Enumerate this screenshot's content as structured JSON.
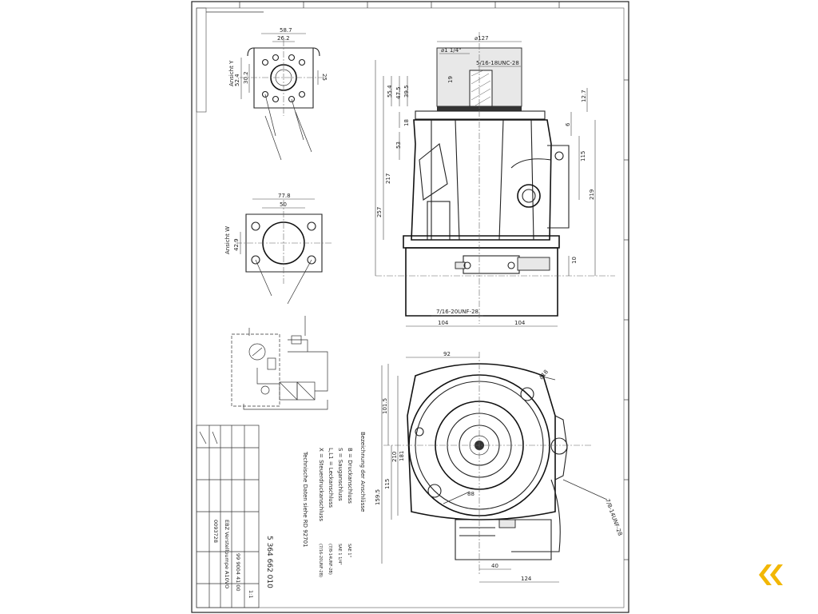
{
  "title_block": {
    "part_number": "5 364 662 010",
    "designation": "EBZ Verstellpumpe A10VO",
    "drawing_no": "99 9004 41 00",
    "scale": "1:1",
    "code": "0093728"
  },
  "legend": {
    "heading": "Bezeichnung der Anschlüsse",
    "entries": [
      "B  = Druckanschluss",
      "S  = Sauganschluss",
      "L,L1 = Leckanschluss",
      "X  = Steuerdruckanschluss"
    ],
    "spec_ref": "Technische Daten siehe RD 92701",
    "threads": [
      "SAE 1\"",
      "SAE 1 1/4\"",
      "(7/8-14UNF-2B)",
      "(7/16-20UNF-2B)"
    ]
  },
  "dimensions": {
    "flange_top": [
      "58.7",
      "26.2",
      "52.4",
      "30.2",
      "25"
    ],
    "flange_top_label": "Ansicht Y",
    "flange_mid": [
      "77.8",
      "50",
      "42.9"
    ],
    "flange_mid_label": "Ansicht W",
    "side_view": [
      "⌀127",
      "⌀1 1/4\"",
      "5/16-18UNC-28",
      "19",
      "39.5",
      "47.5",
      "55.4",
      "12.7",
      "18",
      "6",
      "53",
      "115",
      "217",
      "219",
      "257",
      "10",
      "7/16-20UNF-28",
      "104",
      "104"
    ],
    "front_view": [
      "92",
      "⌀18",
      "101.5",
      "181",
      "210",
      "115",
      "159.5",
      "88",
      "7/8-14UNF-28",
      "40",
      "124"
    ]
  },
  "brand_color": "#f2b705"
}
